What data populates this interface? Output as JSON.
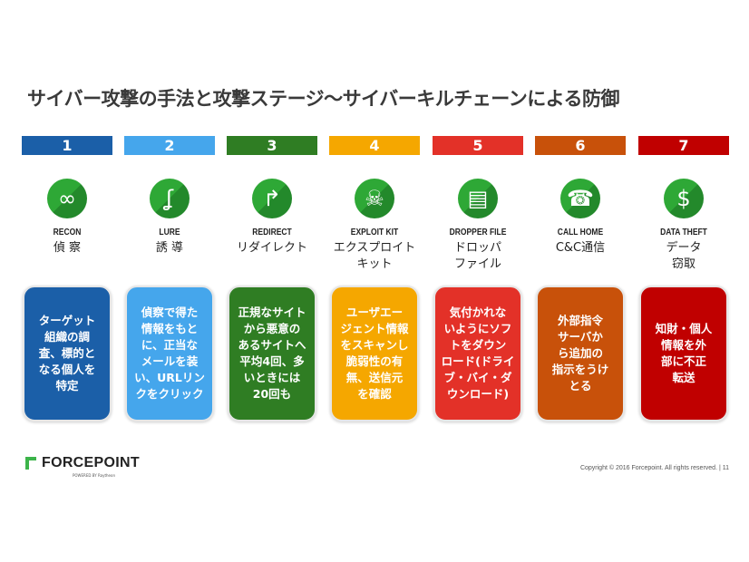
{
  "title": "サイバー攻撃の手法と攻撃ステージ〜サイバーキルチェーンによる防御",
  "steps": [
    {
      "number": "1",
      "en": "RECON",
      "ja": "偵 察",
      "desc": "ターゲット\n組織の調\n査、標的と\nなる個人を\n特定",
      "color": "#1b5fa8",
      "icon": "binoculars-icon",
      "glyph": "∞"
    },
    {
      "number": "2",
      "en": "LURE",
      "ja": "誘 導",
      "desc": "偵察で得た\n情報をもと\nに、正当な\nメールを装\nい、URLリン\nクをクリック",
      "color": "#45a6ec",
      "icon": "fishhook-icon",
      "glyph": "ʆ"
    },
    {
      "number": "3",
      "en": "REDIRECT",
      "ja": "リダイレクト",
      "desc": "正規なサイト\nから悪意の\nあるサイトへ\n平均4回、多\nいときには\n20回も",
      "color": "#2f7d23",
      "icon": "redirect-arrow-icon",
      "glyph": "↱"
    },
    {
      "number": "4",
      "en": "EXPLOIT KIT",
      "ja": "エクスプロイト\nキット",
      "desc": "ユーザエー\nジェント情報\nをスキャンし\n脆弱性の有\n無、送信元\nを確認",
      "color": "#f5a700",
      "icon": "toolbox-skull-icon",
      "glyph": "☠"
    },
    {
      "number": "5",
      "en": "DROPPER FILE",
      "ja": "ドロッパ\nファイル",
      "desc": "気付かれな\nいようにソフ\nトをダウン\nロード(ドライ\nブ・バイ・ダ\nウンロード)",
      "color": "#e33128",
      "icon": "dropper-file-icon",
      "glyph": "▤"
    },
    {
      "number": "6",
      "en": "CALL HOME",
      "ja": "C&C通信",
      "desc": "外部指令\nサーバか\nら追加の\n指示をうけ\nとる",
      "color": "#c8510a",
      "icon": "telephone-icon",
      "glyph": "☎"
    },
    {
      "number": "7",
      "en": "DATA THEFT",
      "ja": "データ\n窃取",
      "desc": "知財・個人\n情報を外\n部に不正\n転送",
      "color": "#c00000",
      "icon": "money-down-icon",
      "glyph": "$"
    }
  ],
  "footer": {
    "logo": "FORCEPOINT",
    "logo_sub": "POWERED BY Raytheon",
    "copyright": "Copyright © 2016 Forcepoint. All rights reserved. | 11"
  }
}
